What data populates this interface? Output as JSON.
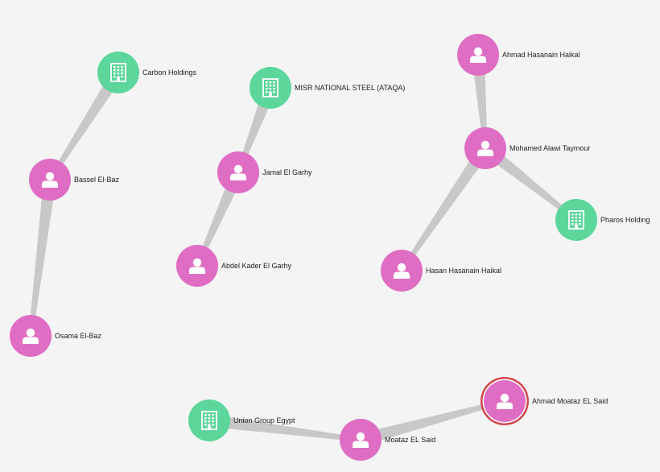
{
  "colors": {
    "background": "#f4f4f4",
    "person": "#e06dc4",
    "company": "#5cd69a",
    "edge": "#c8c8c8",
    "selected_ring": "#d0464b",
    "icon": "#ffffff",
    "label": "#1d1d1d"
  },
  "node_types": {
    "person": {
      "icon": "person-icon"
    },
    "company": {
      "icon": "building-icon"
    }
  },
  "nodes": [
    {
      "id": "carbon-holdings",
      "label": "Carbon Holdings",
      "type": "company"
    },
    {
      "id": "bassel-el-baz",
      "label": "Bassel El-Baz",
      "type": "person"
    },
    {
      "id": "osama-el-baz",
      "label": "Osama El-Baz",
      "type": "person"
    },
    {
      "id": "misr-national-steel",
      "label": "MISR NATIONAL STEEL (ATAQA)",
      "type": "company"
    },
    {
      "id": "jamal-el-garhy",
      "label": "Jamal El Garhy",
      "type": "person"
    },
    {
      "id": "abdel-kader-el-garhy",
      "label": "Abdel Kader El Garhy",
      "type": "person"
    },
    {
      "id": "ahmad-hasanain-haikal",
      "label": "Ahmad Hasanain Haikal",
      "type": "person"
    },
    {
      "id": "mohamed-alawi-taymour",
      "label": "Mohamed Alawi Taymour",
      "type": "person"
    },
    {
      "id": "pharos-holding",
      "label": "Pharos Holding",
      "type": "company"
    },
    {
      "id": "hasan-hasanain-haikal",
      "label": "Hasan Hasanain Haikal",
      "type": "person"
    },
    {
      "id": "union-group-egypt",
      "label": "Union Group Egypt",
      "type": "company"
    },
    {
      "id": "moataz-el-said",
      "label": "Moataz EL Said",
      "type": "person"
    },
    {
      "id": "ahmad-moataz-el-said",
      "label": "Ahmad Moataz EL Said",
      "type": "person",
      "selected": true
    }
  ],
  "edges": [
    {
      "source": "carbon-holdings",
      "target": "bassel-el-baz"
    },
    {
      "source": "bassel-el-baz",
      "target": "osama-el-baz"
    },
    {
      "source": "misr-national-steel",
      "target": "jamal-el-garhy"
    },
    {
      "source": "jamal-el-garhy",
      "target": "abdel-kader-el-garhy"
    },
    {
      "source": "ahmad-hasanain-haikal",
      "target": "mohamed-alawi-taymour"
    },
    {
      "source": "mohamed-alawi-taymour",
      "target": "pharos-holding"
    },
    {
      "source": "mohamed-alawi-taymour",
      "target": "hasan-hasanain-haikal"
    },
    {
      "source": "union-group-egypt",
      "target": "moataz-el-said"
    },
    {
      "source": "moataz-el-said",
      "target": "ahmad-moataz-el-said"
    }
  ]
}
